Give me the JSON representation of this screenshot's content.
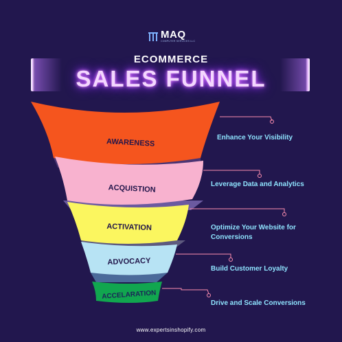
{
  "brand": {
    "name": "MAQ",
    "tagline": "COMPUTER SERVICES LLC"
  },
  "kicker": "ECOMMERCE",
  "headline": "SALES FUNNEL",
  "stages": [
    {
      "label": "AWARENESS",
      "color": "#f5551e",
      "description": "Enhance Your Visibility"
    },
    {
      "label": "ACQUISTION",
      "color": "#f8b2cf",
      "description": "Leverage Data and Analytics"
    },
    {
      "label": "ACTIVATION",
      "color": "#fbf65f",
      "description": "Optimize Your Website  for Conversions"
    },
    {
      "label": "ADVOCACY",
      "color": "#b7e3f4",
      "description": "Build Customer Loyalty"
    },
    {
      "label": "ACCELARATION",
      "color": "#11a64f",
      "description": "Drive and Scale Conversions"
    }
  ],
  "colors": {
    "background": "#22174e",
    "connector": "#ff8fb0",
    "description_text": "#8fe4ff"
  },
  "footer_url": "www.expertsinshopify.com"
}
